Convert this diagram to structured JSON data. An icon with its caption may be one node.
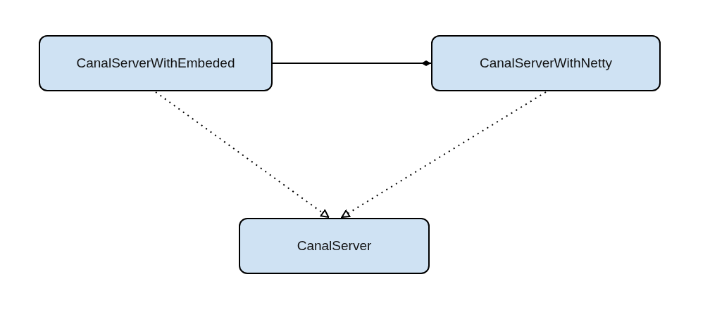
{
  "diagram": {
    "nodes": [
      {
        "text": [
          "CanalServerWithEmbeded"
        ]
      },
      {
        "text": [
          "CanalServerWithNetty"
        ]
      },
      {
        "text": [
          "CanalServer"
        ]
      }
    ],
    "edges": [
      {
        "from": 0,
        "to": 1,
        "arrow": "other"
      },
      {
        "from": 0,
        "to": 2,
        "arrow": "to",
        "style": "dashed"
      },
      {
        "from": 1,
        "to": 2,
        "arrow": "to",
        "style": "dashed"
      }
    ]
  }
}
